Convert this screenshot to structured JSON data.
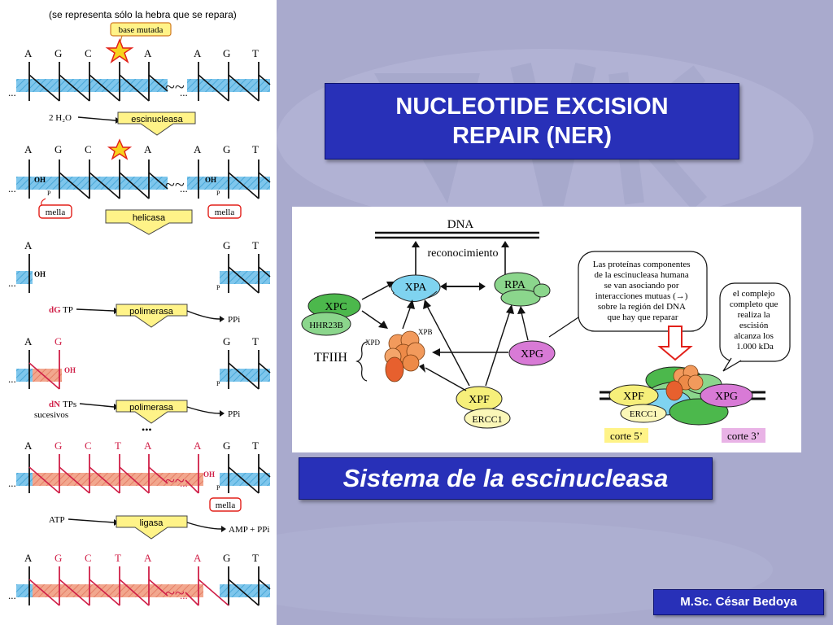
{
  "slide": {
    "title_line1": "NUCLEOTIDE EXCISION",
    "title_line2": "REPAIR (NER)",
    "subtitle": "Sistema de la escinucleasa",
    "author": "M.Sc. César Bedoya"
  },
  "left_diagram": {
    "header": "(se representa sólo la hebra que se repara)",
    "mutated_label": "base mutada",
    "top_bases": [
      "A",
      "G",
      "C",
      "A",
      "A",
      "G",
      "T"
    ],
    "water_label": "2 H₂O",
    "step1": "escinucleasa",
    "oh": "OH",
    "p": "P",
    "nick": "mella",
    "step2": "helicasa",
    "row3_left": "A",
    "row3_right": [
      "G",
      "T"
    ],
    "dgtp": {
      "bold": "dG",
      "rest": "TP"
    },
    "step3": "polimerasa",
    "ppi": "PPi",
    "row4_left": [
      "A",
      "G"
    ],
    "row4_right": [
      "G",
      "T"
    ],
    "dntps": {
      "bold": "dN",
      "rest": "TPs",
      "line2": "sucesivos"
    },
    "step4": "polimerasa",
    "dots": "•••",
    "row5_bases": [
      "A",
      "G",
      "C",
      "T",
      "A",
      "A",
      "G",
      "T"
    ],
    "atp": "ATP",
    "step5": "ligasa",
    "amp": "AMP + PPi",
    "row6_bases": [
      "A",
      "G",
      "C",
      "T",
      "A",
      "A",
      "G",
      "T"
    ]
  },
  "ner_diagram": {
    "dna": "DNA",
    "recognition": "reconocimiento",
    "xpa": "XPA",
    "rpa": "RPA",
    "xpc": "XPC",
    "hhr23b": "HHR23B",
    "xpd": "XPD",
    "xpb": "XPB",
    "tfiih": "TFIIH",
    "xpg": "XPG",
    "xpf": "XPF",
    "ercc1": "ERCC1",
    "callout1": [
      "Las proteínas componentes",
      "de la escinucleasa humana",
      "se van asociando por",
      "interacciones mutuas (→)",
      "sobre la región del DNA",
      "que hay que reparar"
    ],
    "callout2": [
      "el complejo",
      "completo que",
      "realiza la",
      "escisión",
      "alcanza los",
      "1.000 kDa"
    ],
    "cut5": "corte 5’",
    "cut3": "corte 3’",
    "complex_xpf": "XPF",
    "complex_xpg": "XPG",
    "complex_ercc1": "ERCC1"
  },
  "colors": {
    "blue_box": "#2830b8",
    "strand_blue": "#7ec6ec",
    "strand_red": "#f2a78e",
    "base_red": "#d02048",
    "arrow_yellow": "#fff388",
    "xpa": "#7fd3f0",
    "rpa": "#8bd68c",
    "xpc": "#4cb84c",
    "tfiih": "#f29a5c",
    "xpg": "#d87ad6",
    "xpf": "#f6ef7a",
    "ercc1": "#fbf7b8"
  }
}
